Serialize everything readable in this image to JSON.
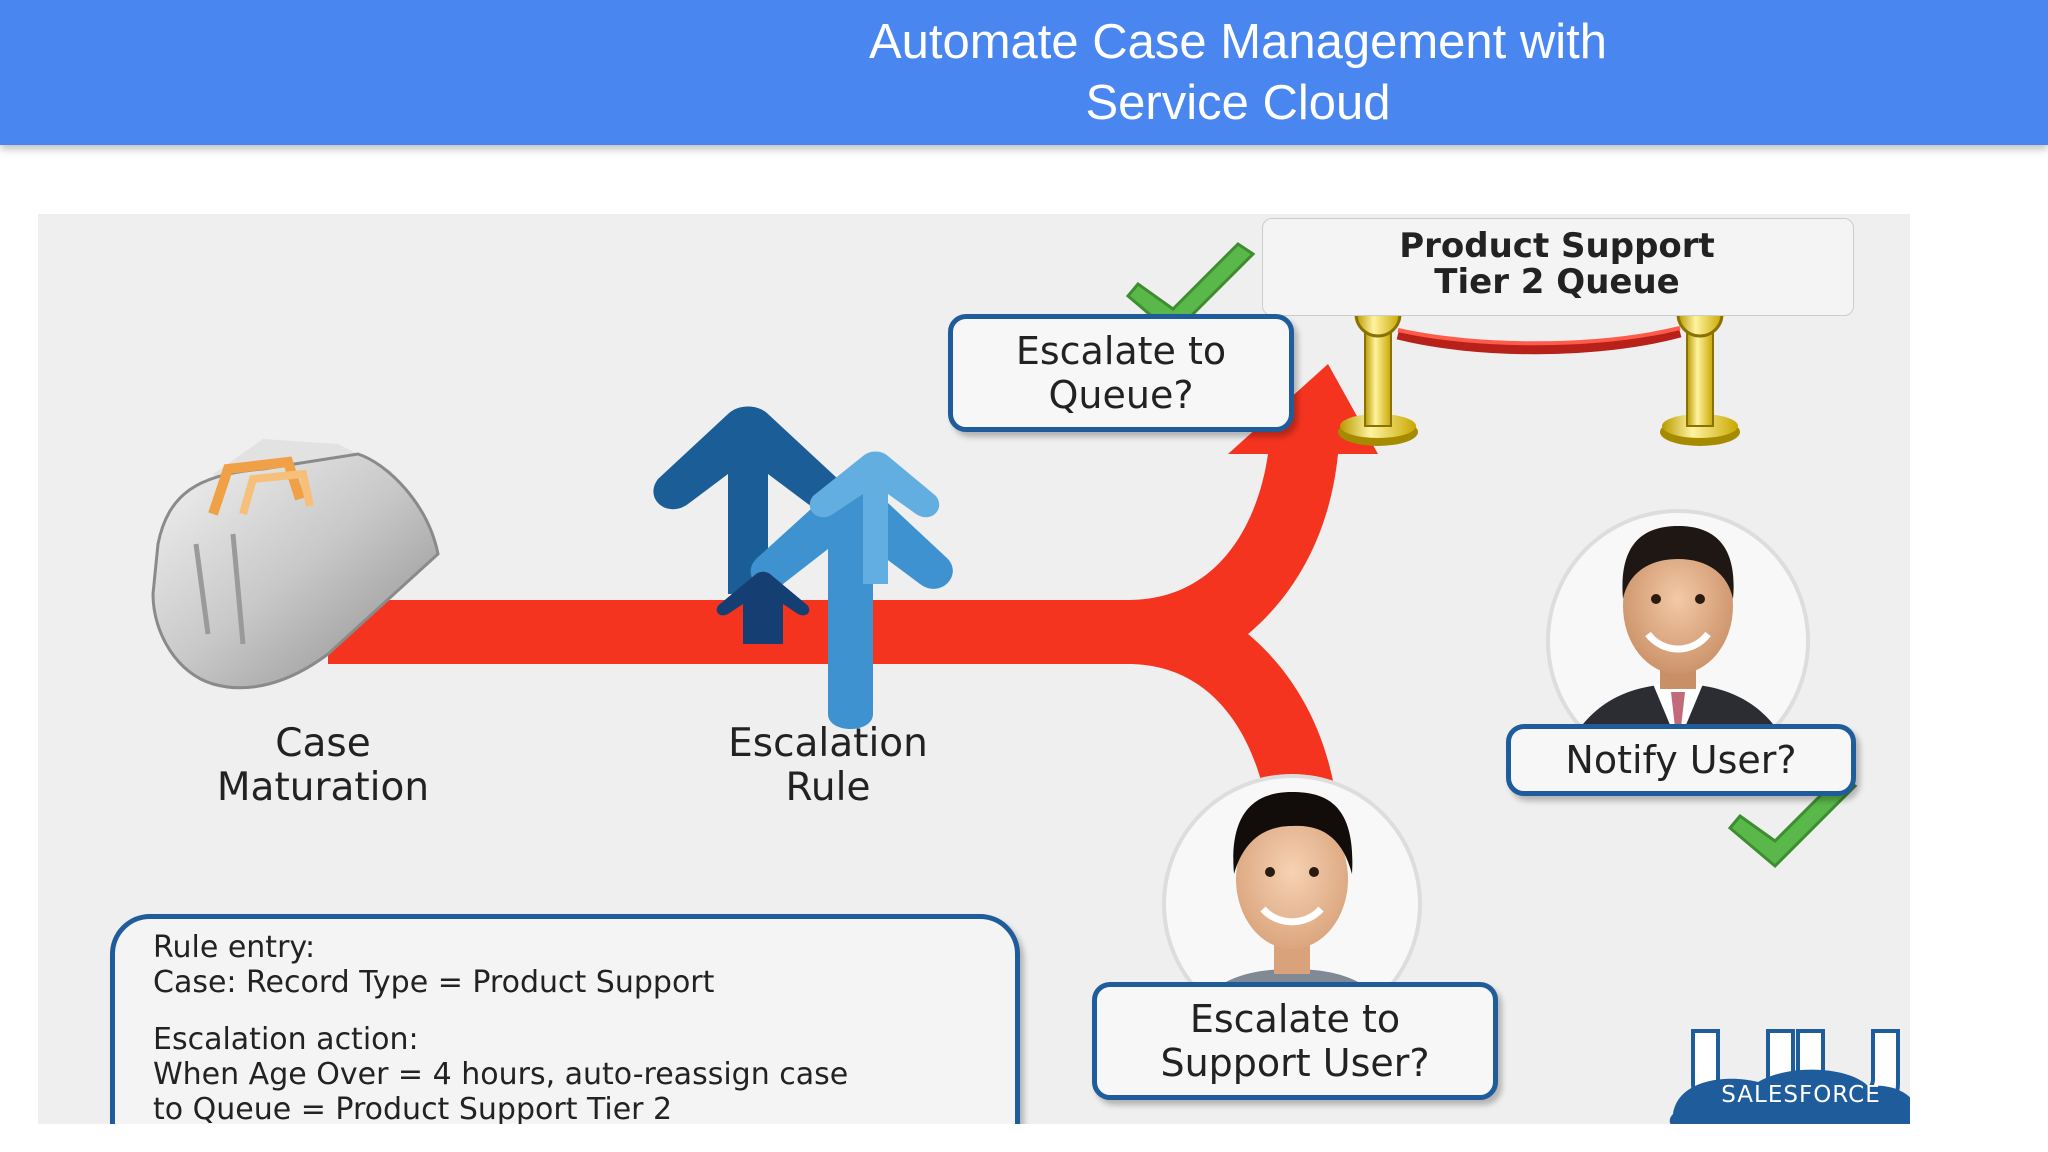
{
  "header": {
    "title_line1": "Automate Case Management with",
    "title_line2": "Service Cloud"
  },
  "diagram": {
    "case_label_line1": "Case",
    "case_label_line2": "Maturation",
    "rule_label_line1": "Escalation",
    "rule_label_line2": "Rule",
    "queue_question_line1": "Escalate to",
    "queue_question_line2": "Queue?",
    "queue_title_line1": "Product Support",
    "queue_title_line2": "Tier 2 Queue",
    "notify_question": "Notify User?",
    "support_question_line1": "Escalate to",
    "support_question_line2": "Support User?"
  },
  "rule": {
    "entry_heading": "Rule entry:",
    "entry_text": "Case: Record Type = Product Support",
    "action_heading": "Escalation action:",
    "action_line1": "When Age Over = 4 hours, auto-reassign case",
    "action_line2": "to Queue = Product Support Tier 2"
  },
  "logo": {
    "text": "SALESFORCE"
  },
  "colors": {
    "header": "#4a86f0",
    "arrow_red": "#f5341f",
    "box_border": "#1f5c9c",
    "check_green": "#5ab84a"
  }
}
